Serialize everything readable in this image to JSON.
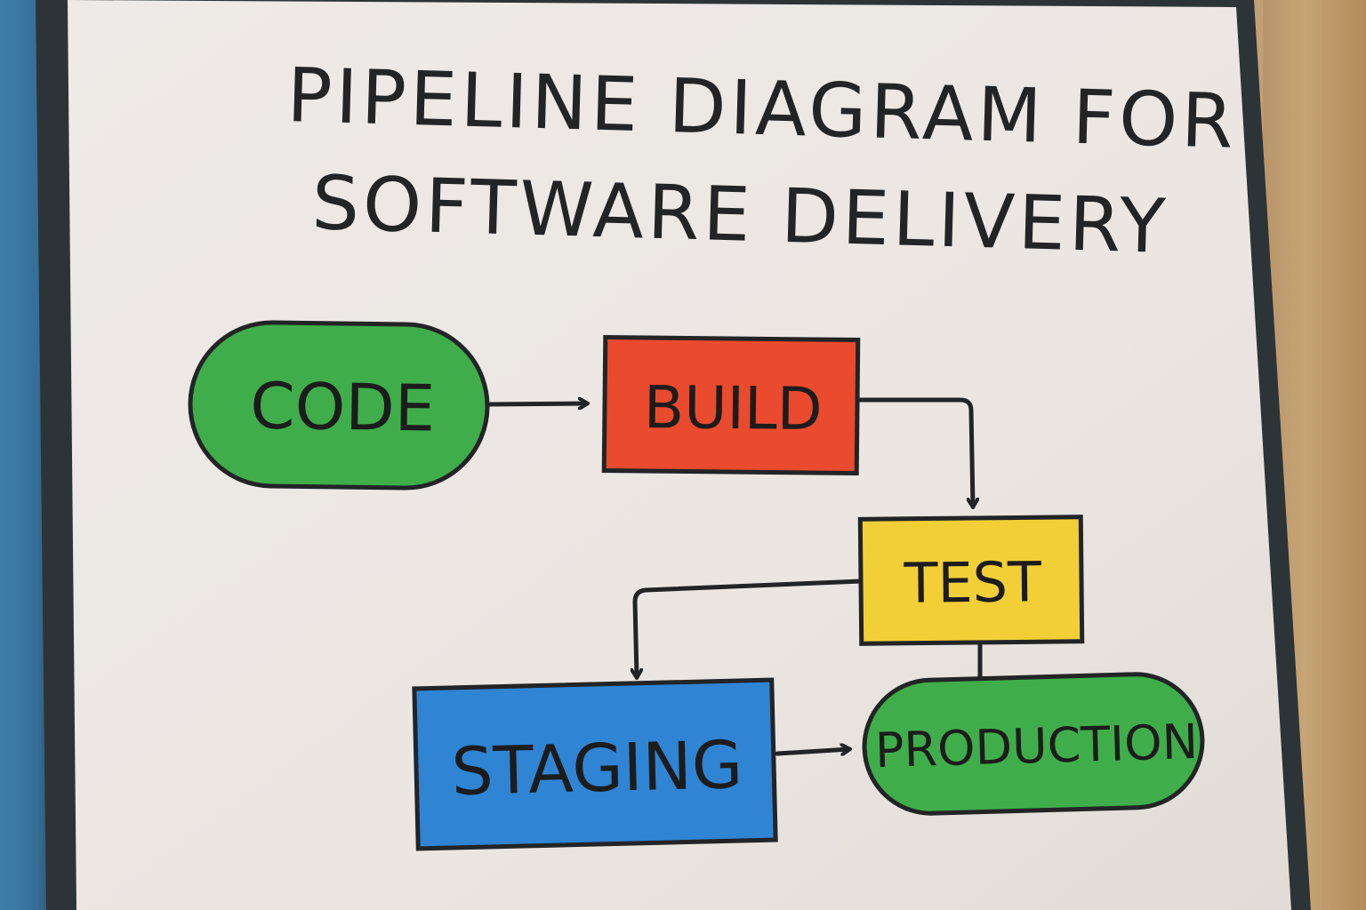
{
  "title": {
    "line1": "PIPELINE DIAGRAM FOR",
    "line2": "SOFTWARE DELIVERY"
  },
  "nodes": {
    "code": {
      "label": "CODE",
      "color": "#3fae4a"
    },
    "build": {
      "label": "BUILD",
      "color": "#ea4a2e"
    },
    "test": {
      "label": "TEST",
      "color": "#f2cf36"
    },
    "staging": {
      "label": "STAGING",
      "color": "#2f84d4"
    },
    "production": {
      "label": "PRODUCTION",
      "color": "#3fae4a"
    }
  },
  "colors": {
    "board": "#ece8e4",
    "ink": "#222426",
    "frame": "#2d3438"
  }
}
